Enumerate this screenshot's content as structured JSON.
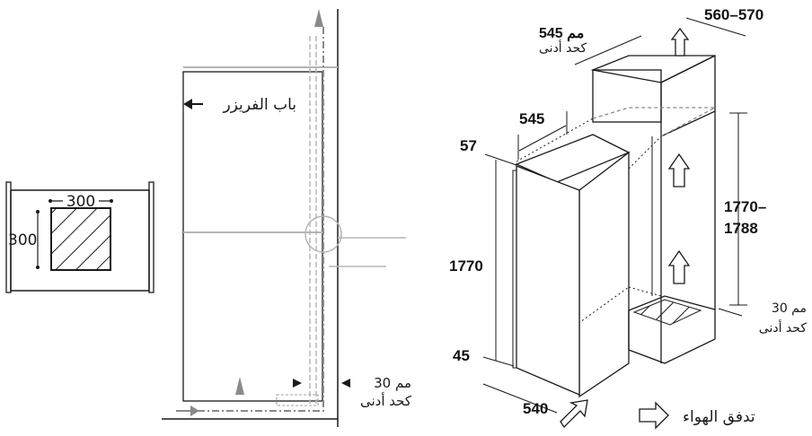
{
  "left_view": {
    "vent_width": "300",
    "vent_height": "300"
  },
  "middle_view": {
    "freezer_door_label": "باب الفريزر",
    "gap_value": "30 مم",
    "gap_min": "كحد أدنى"
  },
  "right_view": {
    "niche_depth_value": "545 مم",
    "niche_depth_min": "كحد أدنى",
    "niche_width": "560–570",
    "appliance_depth": "545",
    "top_offset": "57",
    "appliance_height": "1770",
    "bottom_offset": "45",
    "appliance_width": "540",
    "niche_height_line1": "1770–",
    "niche_height_line2": "1788",
    "vent_gap_value": "30 مم",
    "vent_gap_min": "كحد أدنى",
    "legend_label": "تدفق الهواء"
  },
  "colors": {
    "line": "#1a1a1a",
    "grey": "#8a8a8a",
    "light_grey": "#b5b5b5"
  }
}
